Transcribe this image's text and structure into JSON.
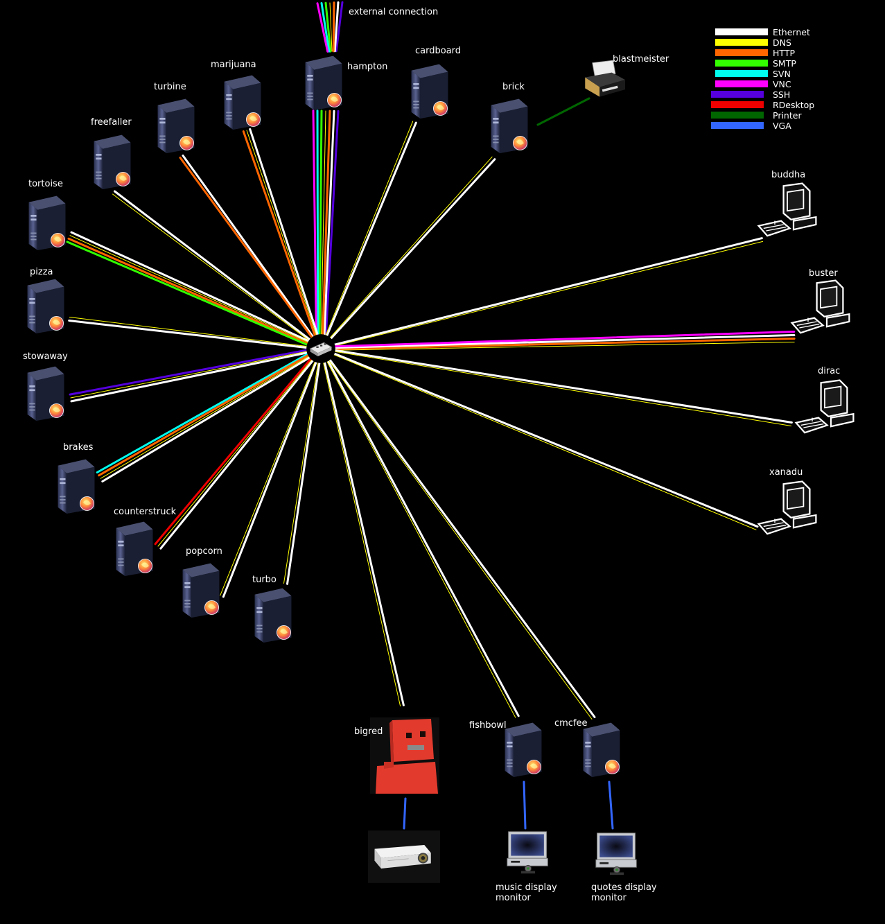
{
  "hub": {
    "name": "switch"
  },
  "legend": [
    {
      "label": "Ethernet",
      "color": "#ffffff"
    },
    {
      "label": "DNS",
      "color": "#ffff00"
    },
    {
      "label": "HTTP",
      "color": "#ff6600"
    },
    {
      "label": "SMTP",
      "color": "#33ff00"
    },
    {
      "label": "SVN",
      "color": "#00ffee"
    },
    {
      "label": "VNC",
      "color": "#ff00ff"
    },
    {
      "label": "SSH",
      "color": "#5500dd"
    },
    {
      "label": "RDesktop",
      "color": "#ee0000"
    },
    {
      "label": "Printer",
      "color": "#006600"
    },
    {
      "label": "VGA",
      "color": "#3366ff"
    }
  ],
  "external": {
    "label": "external connection",
    "protocols": [
      "SSH",
      "Ethernet",
      "HTTP",
      "DNS",
      "SMTP",
      "SVN",
      "VNC"
    ]
  },
  "nodes": [
    {
      "id": "hampton",
      "label": "hampton",
      "kind": "server",
      "protocols": [
        "SSH",
        "Ethernet",
        "HTTP",
        "DNS",
        "SMTP",
        "SVN",
        "VNC"
      ]
    },
    {
      "id": "cardboard",
      "label": "cardboard",
      "kind": "server",
      "protocols": [
        "Ethernet",
        "DNS"
      ]
    },
    {
      "id": "brick",
      "label": "brick",
      "kind": "server",
      "protocols": [
        "Ethernet",
        "DNS"
      ]
    },
    {
      "id": "blastmeister",
      "label": "blastmeister",
      "kind": "printer",
      "protocols": [
        "Printer"
      ],
      "connects_to": "brick"
    },
    {
      "id": "marijuana",
      "label": "marijuana",
      "kind": "server",
      "protocols": [
        "Ethernet",
        "DNS",
        "HTTP"
      ]
    },
    {
      "id": "turbine",
      "label": "turbine",
      "kind": "server",
      "protocols": [
        "Ethernet",
        "HTTP"
      ]
    },
    {
      "id": "freefaller",
      "label": "freefaller",
      "kind": "server",
      "protocols": [
        "Ethernet",
        "DNS"
      ]
    },
    {
      "id": "tortoise",
      "label": "tortoise",
      "kind": "server",
      "protocols": [
        "Ethernet",
        "DNS",
        "HTTP",
        "SMTP"
      ]
    },
    {
      "id": "pizza",
      "label": "pizza",
      "kind": "server",
      "protocols": [
        "DNS",
        "Ethernet"
      ]
    },
    {
      "id": "stowaway",
      "label": "stowaway",
      "kind": "server",
      "protocols": [
        "SSH",
        "DNS",
        "Ethernet"
      ]
    },
    {
      "id": "brakes",
      "label": "brakes",
      "kind": "server",
      "protocols": [
        "SVN",
        "HTTP",
        "DNS",
        "Ethernet"
      ]
    },
    {
      "id": "counterstruck",
      "label": "counterstruck",
      "kind": "server",
      "protocols": [
        "RDesktop",
        "DNS",
        "Ethernet"
      ]
    },
    {
      "id": "popcorn",
      "label": "popcorn",
      "kind": "server",
      "protocols": [
        "DNS",
        "Ethernet"
      ]
    },
    {
      "id": "turbo",
      "label": "turbo",
      "kind": "server",
      "protocols": [
        "DNS",
        "Ethernet"
      ]
    },
    {
      "id": "buddha",
      "label": "buddha",
      "kind": "workstation",
      "protocols": [
        "DNS",
        "Ethernet"
      ]
    },
    {
      "id": "buster",
      "label": "buster",
      "kind": "workstation",
      "protocols": [
        "DNS",
        "HTTP",
        "Ethernet",
        "VNC"
      ]
    },
    {
      "id": "dirac",
      "label": "dirac",
      "kind": "workstation",
      "protocols": [
        "DNS",
        "Ethernet"
      ]
    },
    {
      "id": "xanadu",
      "label": "xanadu",
      "kind": "workstation",
      "protocols": [
        "DNS",
        "Ethernet"
      ]
    },
    {
      "id": "bigred",
      "label": "bigred",
      "kind": "robot",
      "protocols": [
        "DNS",
        "Ethernet"
      ]
    },
    {
      "id": "fishbowl",
      "label": "fishbowl",
      "kind": "server",
      "protocols": [
        "DNS",
        "Ethernet"
      ]
    },
    {
      "id": "cmcfee",
      "label": "cmcfee",
      "kind": "server",
      "protocols": [
        "DNS",
        "Ethernet"
      ]
    },
    {
      "id": "projector",
      "label": "",
      "kind": "projector",
      "protocols": [
        "VGA"
      ],
      "connects_to": "bigred"
    },
    {
      "id": "music_monitor",
      "label": "music display monitor",
      "kind": "monitor",
      "protocols": [
        "VGA"
      ],
      "connects_to": "fishbowl"
    },
    {
      "id": "quotes_monitor",
      "label": "quotes display monitor",
      "kind": "monitor",
      "protocols": [
        "VGA"
      ],
      "connects_to": "cmcfee"
    }
  ]
}
